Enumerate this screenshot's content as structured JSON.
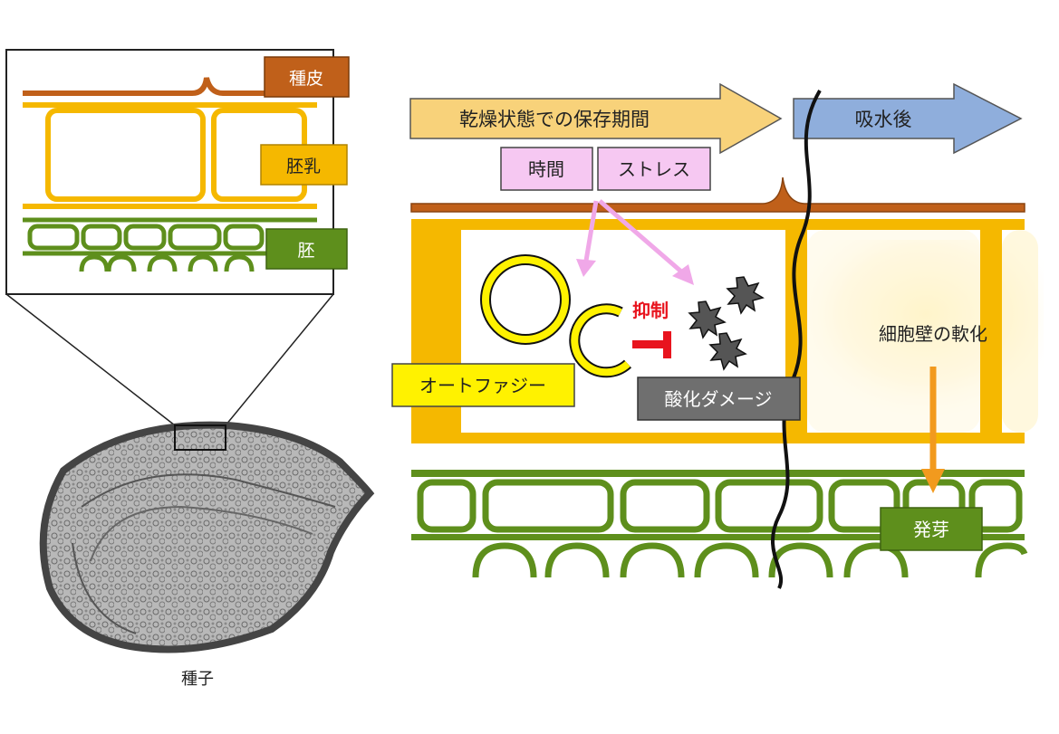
{
  "labels": {
    "seed_coat": "種皮",
    "endosperm": "胚乳",
    "embryo": "胚",
    "seed": "種子",
    "storage_period": "乾燥状態での保存期間",
    "after_imbibition": "吸水後",
    "time": "時間",
    "stress": "ストレス",
    "inhibition": "抑制",
    "autophagy": "オートファジー",
    "oxidative_damage": "酸化ダメージ",
    "cell_wall_softening": "細胞壁の軟化",
    "germination": "発芽"
  },
  "colors": {
    "seed_coat": "#C0601A",
    "endosperm": "#F5B800",
    "embryo": "#5E8F1C",
    "storage_arrow": "#F8D27A",
    "imbibition_arrow": "#8FAEDC",
    "pink_box": "#F6C8F2",
    "pink_arrow": "#F0A8E8",
    "autophagy": "#FFF200",
    "inhibition": "#E8141E",
    "damage_box": "#6F6F6F",
    "germination_arrow": "#F29A1E",
    "glow": "#FFE9A0"
  }
}
